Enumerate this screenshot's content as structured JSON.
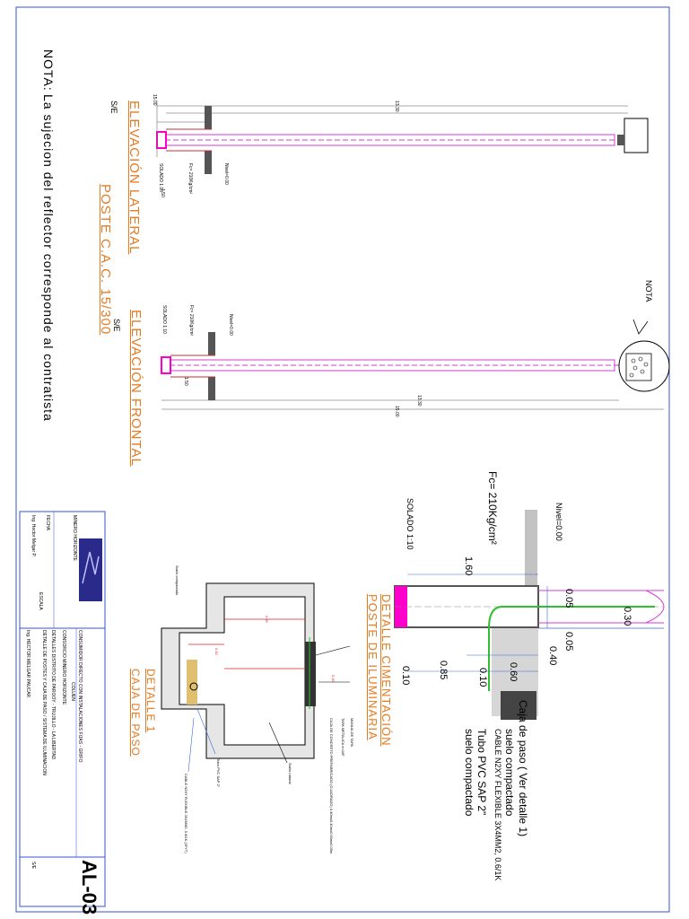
{
  "note": {
    "label": "NOTA:",
    "text": "La sujecion del reflector corresponde al contratista"
  },
  "lateral_view": {
    "title": "ELEVACIÓN LATERAL",
    "scale": "S/E",
    "subtitle": "POSTE C.A.C. 15/300",
    "dim_total": "15.00",
    "dim_upper": "13.30",
    "dim_base": "1.50",
    "nivel": "Nivel=0.00",
    "fc": "Fc= 210Kg/cm²",
    "solado": "SOLADO 1:10"
  },
  "frontal_view": {
    "title": "ELEVACIÓN FRONTAL",
    "scale": "S/E",
    "dim_total": "15.00",
    "dim_upper": "13.30",
    "dim_base": "1.50",
    "nivel": "Nivel=0.00",
    "fc": "Fc= 210Kg/cm²",
    "solado": "SOLADO 1:10",
    "nota_callout": "NOTA"
  },
  "foundation_detail": {
    "title": "DETALLE CIMENTACIÓN POSTE DE ILUMINARIA",
    "nivel": "Nivel=0.00",
    "fc": "Fc= 210Kg/cm²",
    "solado": "SOLADO 1:10",
    "dims": [
      "1.60",
      "0.05",
      "0.30",
      "0.05",
      "0.40",
      "0.60",
      "0.10",
      "0.85",
      "0.10"
    ],
    "labels": [
      "Caja de paso ( Ver detalle 1)",
      "suelo compactado",
      "CABLE N2XY FLEXIBLE 3X4MM2, 0.6/1K",
      "Tubo PVC SAP 2\"",
      "suelo compactado"
    ]
  },
  "box_detail": {
    "title": "DETALLE 1",
    "subtitle": "CAJA DE PASO",
    "dims": [
      "0.60",
      "0.40",
      "0.40"
    ],
    "labels": [
      "MANIJA DE TAPA",
      "TAPA METALICA e=1/8\"",
      "CAJA DE CONCRETO PREFABRICADO (CUADRADO) 0.40mx0.40mx0.50mx0.05m",
      "Suelo natural",
      "Tubo PVC SAP 2\"",
      "CABLE N2XY FLEXIBLE 3X4MM2, 0.6/1K (2F+T)",
      "Suelo compactado"
    ]
  },
  "title_block": {
    "company": "MINERO HORIZONTE",
    "project": "CONSUMIDOR DIRECTO CON INSTALACIONES FIJAS - GRIFO",
    "project2": "COLUEN",
    "client": "CONSORCIO MINERO HORIZONTE",
    "sheet_desc": "DETALLES DISTRITO DE PAROOY - TRUJILLO - LA LIBERTAD",
    "sheet_desc2": "DETALLE DE POSTES Y CAJA DE PASO / SISTEMA DE ILUMINACION",
    "engineer": "Ing. Hector Melgar P.",
    "drawn": "Ing. HECTOR MELGAR PAUCAR",
    "date_label": "FECHA",
    "scale_label": "ESCALA",
    "scale_val": "S/E",
    "sheet_code": "AL-03"
  },
  "colors": {
    "title": "#e87a1e",
    "pole_axis": "#d23cd2",
    "tube": "#2fbf2f",
    "base_highlight": "#ff00cc",
    "cable_red": "#e02020",
    "dim_blue": "#3a6ad6",
    "frame": "#3553d8"
  }
}
